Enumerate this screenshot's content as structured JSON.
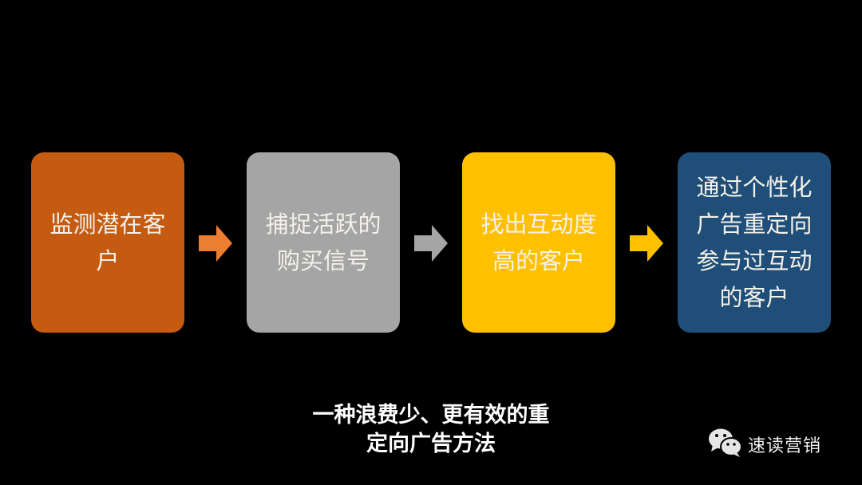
{
  "steps": [
    {
      "label": "监测潜在客户",
      "color": "#c55a11"
    },
    {
      "label": "捕捉活跃的购买信号",
      "color": "#a5a5a5"
    },
    {
      "label": "找出互动度高的客户",
      "color": "#ffc000"
    },
    {
      "label": "通过个性化广告重定向参与过互动的客户",
      "color": "#1f4e79"
    }
  ],
  "step_lines": [
    [
      "监测潜在客",
      "户"
    ],
    [
      "捕捉活跃的",
      "购买信号"
    ],
    [
      "找出互动度",
      "高的客户"
    ],
    [
      "通过个性化",
      "广告重定向",
      "参与过互动",
      "的客户"
    ]
  ],
  "arrows": [
    {
      "icon": "arrow-right-icon",
      "color": "#ed7d31"
    },
    {
      "icon": "arrow-right-icon",
      "color": "#a5a5a5"
    },
    {
      "icon": "arrow-right-icon",
      "color": "#ffc000"
    }
  ],
  "caption": {
    "line1": "一种浪费少、更有效的重",
    "line2": "定向广告方法"
  },
  "brand": {
    "icon": "wechat-icon",
    "label": "速读营销"
  },
  "background": "#000000"
}
